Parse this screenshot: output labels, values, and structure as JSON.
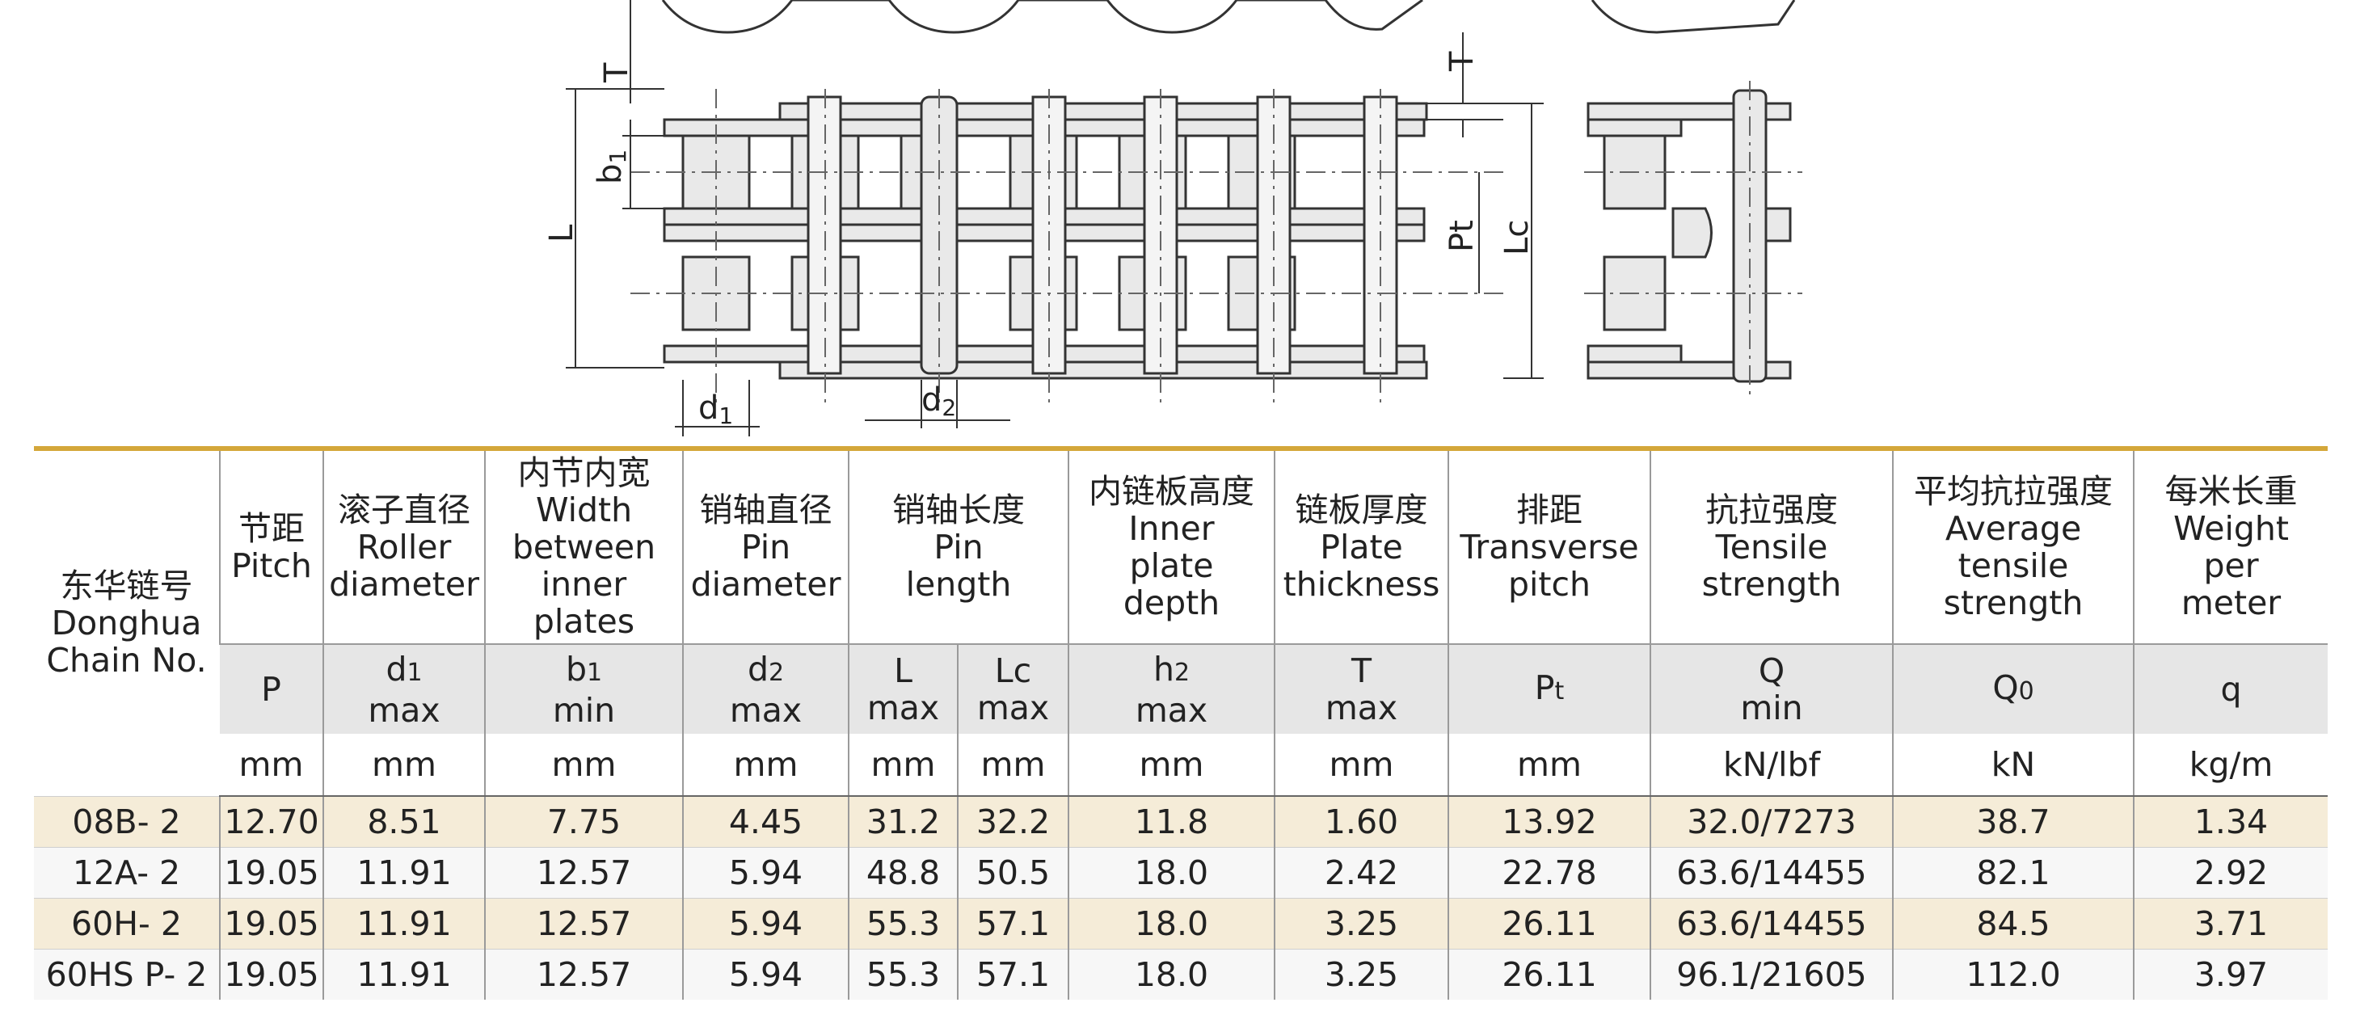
{
  "drawing_labels": {
    "T_left": "T",
    "b1": "b",
    "b1_sub": "1",
    "L": "L",
    "d1": "d",
    "d1_sub": "1",
    "d2": "d",
    "d2_sub": "2",
    "T_right": "T",
    "Pt": "Pt",
    "Lc": "Lc"
  },
  "table": {
    "chain_head_cn": "东华链号",
    "chain_head_en1": "Donghua",
    "chain_head_en2": "Chain No.",
    "columns": [
      {
        "cn": "节距",
        "en": [
          "Pitch"
        ],
        "symbol": "P",
        "symbol_sub": "",
        "limit": "",
        "unit": "mm"
      },
      {
        "cn": "滚子直径",
        "en": [
          "Roller",
          "diameter"
        ],
        "symbol": "d",
        "symbol_sub": "1",
        "limit": "max",
        "unit": "mm"
      },
      {
        "cn": "内节内宽",
        "en": [
          "Width",
          "between",
          "inner plates"
        ],
        "symbol": "b",
        "symbol_sub": "1",
        "limit": "min",
        "unit": "mm"
      },
      {
        "cn": "销轴直径",
        "en": [
          "Pin",
          "diameter"
        ],
        "symbol": "d",
        "symbol_sub": "2",
        "limit": "max",
        "unit": "mm"
      },
      {
        "cn": "销轴长度",
        "en": [
          "Pin",
          "length"
        ],
        "sub_columns": [
          {
            "symbol": "L",
            "limit": "max",
            "unit": "mm"
          },
          {
            "symbol": "Lc",
            "limit": "max",
            "unit": "mm"
          }
        ]
      },
      {
        "cn": "内链板高度",
        "en": [
          "Inner",
          "plate",
          "depth"
        ],
        "symbol": "h",
        "symbol_sub": "2",
        "limit": "max",
        "unit": "mm"
      },
      {
        "cn": "链板厚度",
        "en": [
          "Plate",
          "thickness"
        ],
        "symbol": "T",
        "symbol_sub": "",
        "limit": "max",
        "unit": "mm"
      },
      {
        "cn": "排距",
        "en": [
          "Transverse",
          "pitch"
        ],
        "symbol": "P",
        "symbol_sub": "t",
        "limit": "",
        "unit": "mm"
      },
      {
        "cn": "抗拉强度",
        "en": [
          "Tensile",
          "strength"
        ],
        "symbol": "Q",
        "symbol_sub": "",
        "limit": "min",
        "unit": "kN/lbf"
      },
      {
        "cn": "平均抗拉强度",
        "en": [
          "Average",
          "tensile",
          "strength"
        ],
        "symbol": "Q",
        "symbol_sub": "0",
        "limit": "",
        "unit": "kN"
      },
      {
        "cn": "每米长重",
        "en": [
          "Weight",
          "per",
          "meter"
        ],
        "symbol": "q",
        "symbol_sub": "",
        "limit": "",
        "unit": "kg/m"
      }
    ],
    "rows": [
      [
        "08B- 2",
        "12.70",
        "8.51",
        "7.75",
        "4.45",
        "31.2",
        "32.2",
        "11.8",
        "1.60",
        "13.92",
        "32.0/7273",
        "38.7",
        "1.34"
      ],
      [
        "12A- 2",
        "19.05",
        "11.91",
        "12.57",
        "5.94",
        "48.8",
        "50.5",
        "18.0",
        "2.42",
        "22.78",
        "63.6/14455",
        "82.1",
        "2.92"
      ],
      [
        "60H- 2",
        "19.05",
        "11.91",
        "12.57",
        "5.94",
        "55.3",
        "57.1",
        "18.0",
        "3.25",
        "26.11",
        "63.6/14455",
        "84.5",
        "3.71"
      ],
      [
        "60HS P- 2",
        "19.05",
        "11.91",
        "12.57",
        "5.94",
        "55.3",
        "57.1",
        "18.0",
        "3.25",
        "26.11",
        "96.1/21605",
        "112.0",
        "3.97"
      ]
    ]
  },
  "colors": {
    "accent_rule": "#d4a73a",
    "odd_row": "#f5ecd8",
    "even_row": "#f7f7f7",
    "header_band": "#e6e6e6"
  }
}
